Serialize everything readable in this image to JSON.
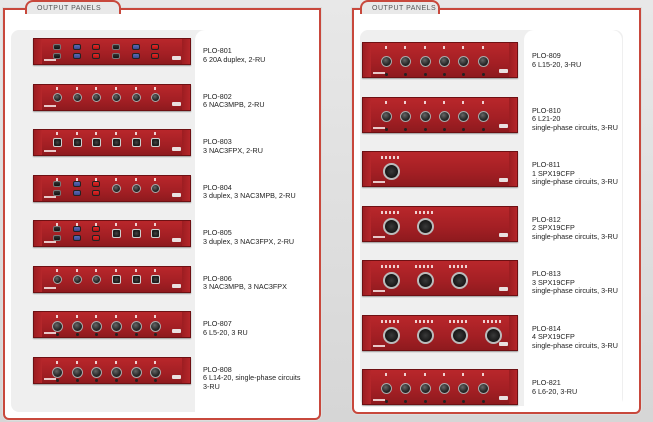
{
  "left_group": {
    "tab_label": "OUTPUT PANELS",
    "panels": [
      {
        "model": "PLO-801",
        "lines": [
          "6 20A duplex, 2-RU"
        ],
        "style": "duplex-mixed"
      },
      {
        "model": "PLO-802",
        "lines": [
          "6 NAC3MPB, 2-RU"
        ],
        "style": "nac-mpb"
      },
      {
        "model": "PLO-803",
        "lines": [
          "3 NAC3FPX, 2-RU"
        ],
        "style": "nac-fpx"
      },
      {
        "model": "PLO-804",
        "lines": [
          "3 duplex, 3 NAC3MPB, 2-RU"
        ],
        "style": "duplex-mpb"
      },
      {
        "model": "PLO-805",
        "lines": [
          "3 duplex, 3 NAC3FPX, 2-RU"
        ],
        "style": "duplex-fpx"
      },
      {
        "model": "PLO-806",
        "lines": [
          "3 NAC3MPB, 3 NAC3FPX"
        ],
        "style": "mpb-fpx"
      },
      {
        "model": "PLO-807",
        "lines": [
          "6 L5-20, 3 RU"
        ],
        "style": "l5-20"
      },
      {
        "model": "PLO-808",
        "lines": [
          "6 L14-20, single-phase circuits",
          "3-RU"
        ],
        "style": "l14-20"
      }
    ]
  },
  "right_group": {
    "tab_label": "OUTPUT PANELS",
    "panels": [
      {
        "model": "PLO-809",
        "lines": [
          "6 L15-20, 3-RU"
        ],
        "style": "l15-20"
      },
      {
        "model": "PLO-810",
        "lines": [
          "6 L21-20",
          "single-phase circuits, 3-RU"
        ],
        "style": "l21-20"
      },
      {
        "model": "PLO-811",
        "lines": [
          "1 SPX19CFP",
          "single-phase circuits, 3-RU"
        ],
        "style": "spx1"
      },
      {
        "model": "PLO-812",
        "lines": [
          "2 SPX19CFP",
          "single-phase circuits, 3-RU"
        ],
        "style": "spx2"
      },
      {
        "model": "PLO-813",
        "lines": [
          "3 SPX19CFP",
          "single-phase circuits, 3-RU"
        ],
        "style": "spx3"
      },
      {
        "model": "PLO-814",
        "lines": [
          "4 SPX19CFP",
          "single-phase circuits, 3-RU"
        ],
        "style": "spx4"
      },
      {
        "model": "PLO-821",
        "lines": [
          "6 L6-20, 3-RU"
        ],
        "style": "l6-20"
      }
    ]
  },
  "colors": {
    "accent_border": "#c8483c",
    "panel_red": "#a31f24",
    "duplex_blue": "#3c4a92",
    "duplex_red": "#d11e1e"
  },
  "icons": {
    "connector_round": "round-connector-icon",
    "connector_square": "square-connector-icon",
    "duplex_outlet": "duplex-outlet-icon",
    "multipin_connector": "multipin-connector-icon"
  }
}
